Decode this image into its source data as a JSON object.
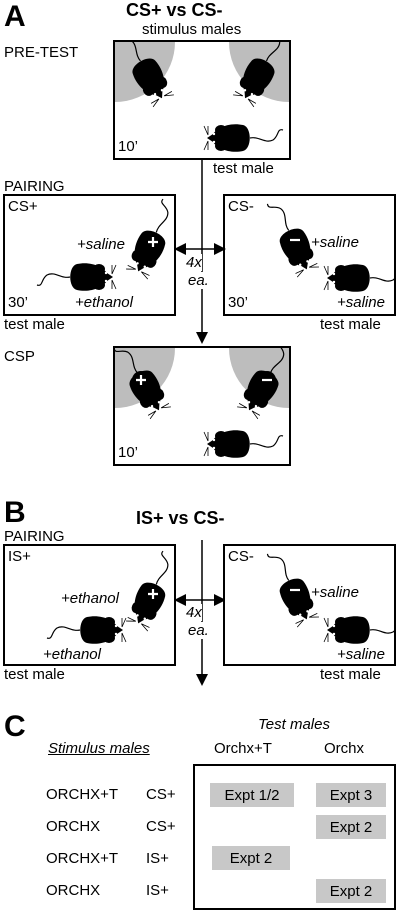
{
  "panelA": {
    "letter": "A",
    "title": "CS+ vs CS-",
    "subtitle": "stimulus males",
    "pretest_label": "PRE-TEST",
    "pretest_time": "10’",
    "test_male": "test male",
    "pairing_label": "PAIRING",
    "csplus": {
      "label": "CS+",
      "saline": "+saline",
      "ethanol": "+ethanol",
      "time": "30’",
      "test_male": "test male"
    },
    "csminus": {
      "label": "CS-",
      "saline_top": "+saline",
      "saline_bottom": "+saline",
      "time": "30’",
      "test_male": "test male"
    },
    "repeat_top": "4x",
    "repeat_bottom": "ea.",
    "csp_label": "CSP",
    "csp_time": "10’"
  },
  "panelB": {
    "letter": "B",
    "title": "IS+ vs CS-",
    "pairing_label": "PAIRING",
    "isplus": {
      "label": "IS+",
      "ethanol_top": "+ethanol",
      "ethanol_bottom": "+ethanol",
      "test_male": "test male"
    },
    "csminus": {
      "label": "CS-",
      "saline_top": "+saline",
      "saline_bottom": "+saline",
      "test_male": "test male"
    },
    "repeat_top": "4x",
    "repeat_bottom": "ea."
  },
  "panelC": {
    "letter": "C",
    "test_males_header": "Test males",
    "stimulus_header": "Stimulus males",
    "col1": "Orchx+T",
    "col2": "Orchx",
    "rows": [
      {
        "stim": "ORCHX+T",
        "cond": "CS+",
        "col1": "Expt 1/2",
        "col2": "Expt 3"
      },
      {
        "stim": "ORCHX",
        "cond": "CS+",
        "col1": "",
        "col2": "Expt 2"
      },
      {
        "stim": "ORCHX+T",
        "cond": "IS+",
        "col1": "Expt 2",
        "col2": ""
      },
      {
        "stim": "ORCHX",
        "cond": "IS+",
        "col1": "",
        "col2": "Expt 2"
      }
    ]
  },
  "icons": {
    "mouse": "mouse-icon",
    "plus": "plus-sign-icon",
    "minus": "minus-sign-icon"
  }
}
